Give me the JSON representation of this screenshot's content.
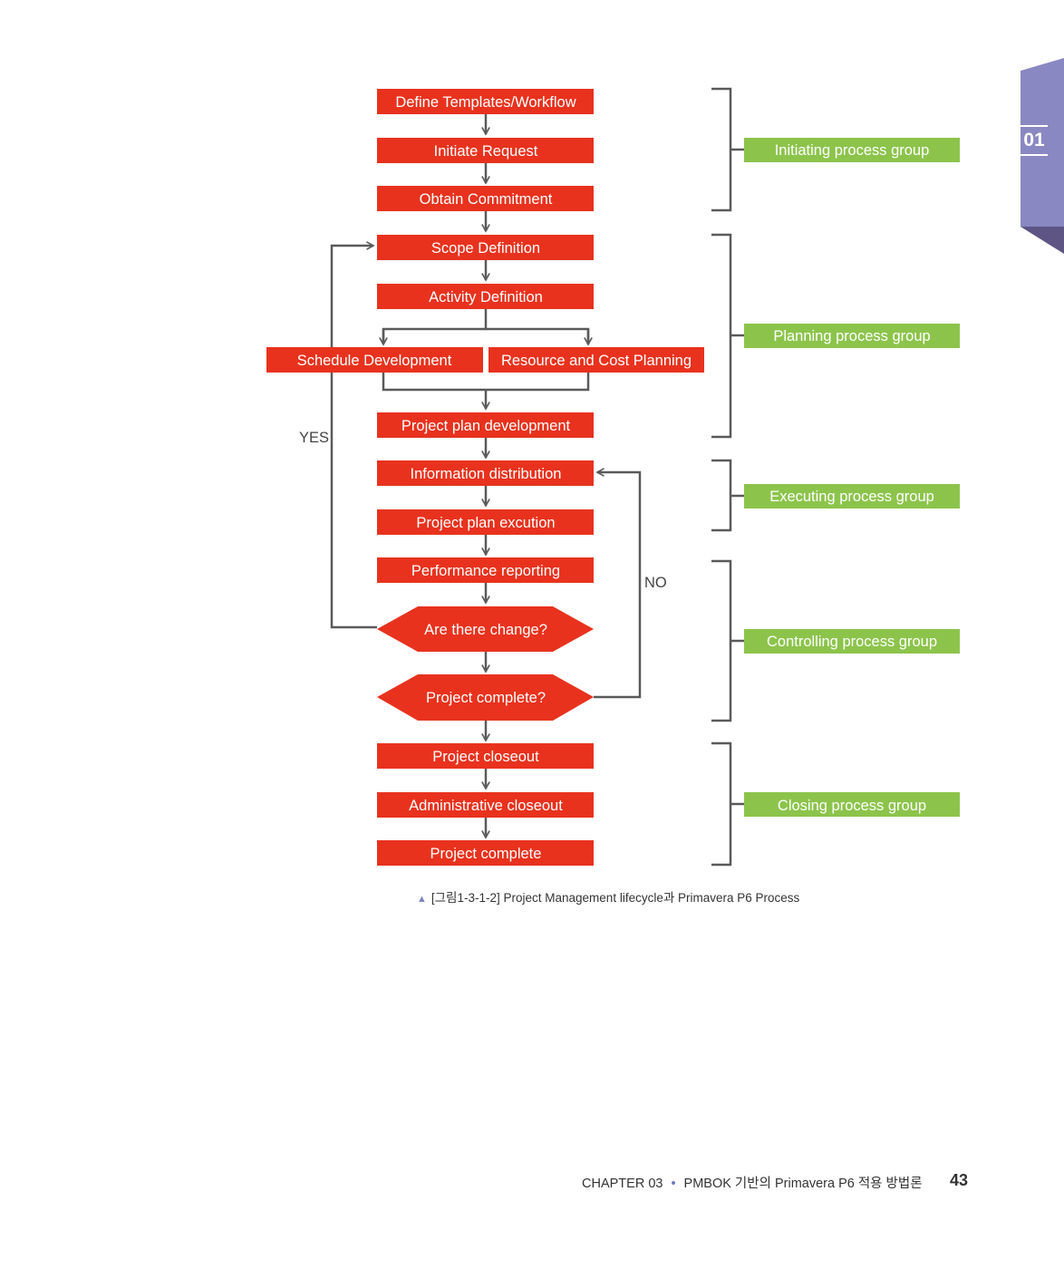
{
  "colors": {
    "process_box": "#e8321e",
    "group_box": "#8cc44b",
    "connector": "#5a5a5a",
    "chapter_tab": "#8a88c2",
    "chapter_tab_shadow": "#5e5585"
  },
  "process": {
    "define_templates": "Define Templates/Workflow",
    "initiate_request": "Initiate Request",
    "obtain_commitment": "Obtain Commitment",
    "scope_definition": "Scope Definition",
    "activity_definition": "Activity Definition",
    "schedule_development": "Schedule Development",
    "resource_cost_planning": "Resource and Cost Planning",
    "project_plan_development": "Project plan development",
    "information_distribution": "Information distribution",
    "project_plan_execution": "Project plan excution",
    "performance_reporting": "Performance reporting",
    "decision_change": "Are there change?",
    "decision_complete": "Project complete?",
    "project_closeout": "Project closeout",
    "administrative_closeout": "Administrative closeout",
    "project_complete": "Project complete"
  },
  "branches": {
    "yes": "YES",
    "no": "NO"
  },
  "groups": {
    "initiating": "Initiating process group",
    "planning": "Planning process group",
    "executing": "Executing process group",
    "controlling": "Controlling process group",
    "closing": "Closing process group"
  },
  "caption": "[그림1-3-1-2] Project Management lifecycle과 Primavera P6 Process",
  "footer": {
    "chapter": "CHAPTER 03",
    "bullet": "•",
    "title": "PMBOK 기반의 Primavera P6 적용 방법론",
    "page_number": "43"
  },
  "chapter_tab": {
    "number": "01"
  }
}
